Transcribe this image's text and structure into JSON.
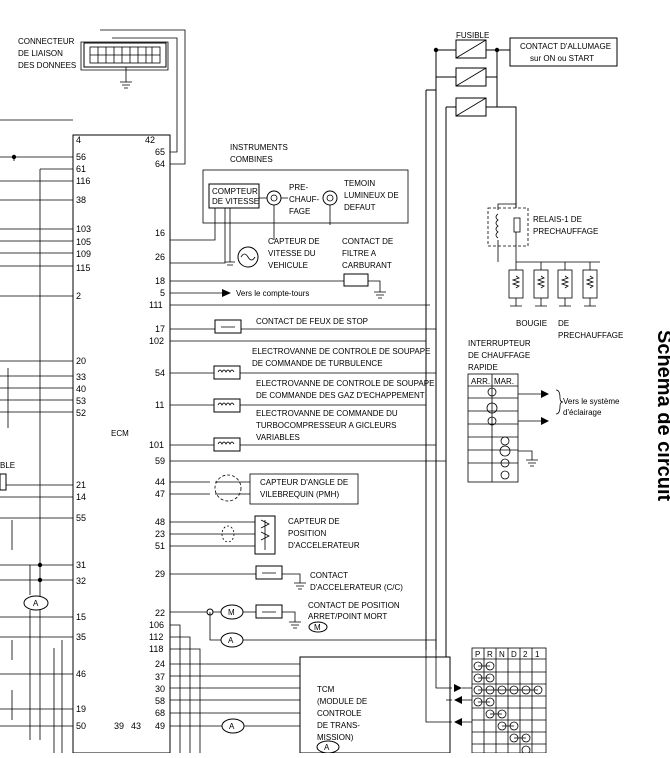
{
  "components": {
    "connecteur_dlc": [
      "CONNECTEUR",
      "DE LIAISON",
      "DES DONNEES"
    ],
    "fusible": "FUSIBLE",
    "contact_allumage": [
      "CONTACT D'ALLUMAGE",
      "sur ON ou START"
    ],
    "ecm": "ECM",
    "instruments": [
      "INSTRUMENTS",
      "COMBINES"
    ],
    "compteur": [
      "COMPTEUR",
      "DE VITESSE"
    ],
    "prechauffage_lamp": [
      "PRE-",
      "CHAUF-",
      "FAGE"
    ],
    "temoin": [
      "TEMOIN",
      "LUMINEUX DE",
      "DEFAUT"
    ],
    "capteur_vitesse": [
      "CAPTEUR DE",
      "VITESSE DU",
      "VEHICULE"
    ],
    "contact_filtre": [
      "CONTACT DE",
      "FILTRE A",
      "CARBURANT"
    ],
    "compte_tours": "Vers le compte-tours",
    "feux_stop": "CONTACT DE FEUX DE STOP",
    "ev_turbulence": [
      "ELECTROVANNE DE CONTROLE DE SOUPAPE",
      "DE COMMANDE DE TURBULENCE"
    ],
    "ev_gaz": [
      "ELECTROVANNE DE CONTROLE DE SOUPAPE",
      "DE COMMANDE DES GAZ D'ECHAPPEMENT"
    ],
    "ev_turbo": [
      "ELECTROVANNE DE COMMANDE DU",
      "TURBOCOMPRESSEUR A GICLEURS",
      "VARIABLES"
    ],
    "capteur_pmh": [
      "CAPTEUR D'ANGLE DE",
      "VILEBREQUIN (PMH)"
    ],
    "capteur_accel": [
      "CAPTEUR DE",
      "POSITION",
      "D'ACCELERATEUR"
    ],
    "contact_accel": [
      "CONTACT",
      "D'ACCELERATEUR (C/C)"
    ],
    "contact_position": [
      "CONTACT DE POSITION",
      "ARRET/POINT MORT"
    ],
    "relais": [
      "RELAIS-1 DE",
      "PRECHAUFFAGE"
    ],
    "bougie": [
      "BOUGIE",
      "DE",
      "PRECHAUFFAGE"
    ],
    "interrupteur": [
      "INTERRUPTEUR",
      "DE CHAUFFAGE",
      "RAPIDE"
    ],
    "arr": "ARR.",
    "mar": "MAR.",
    "eclairage": [
      "Vers le système",
      "d'éclairage"
    ],
    "tcm": [
      "TCM",
      "(MODULE DE",
      "CONTROLE",
      "DE TRANS-",
      "MISSION)"
    ],
    "ble": "BLE",
    "letter_a": "A",
    "letter_m": "M"
  },
  "gear_labels": [
    "P",
    "R",
    "N",
    "D",
    "2",
    "1"
  ],
  "ecm_left_pins": [
    "4",
    "56",
    "61",
    "116",
    "38",
    "103",
    "105",
    "109",
    "115",
    "2",
    "20",
    "33",
    "40",
    "53",
    "52",
    "21",
    "14",
    "55",
    "31",
    "32",
    "15",
    "35",
    "46",
    "19",
    "50"
  ],
  "ecm_right_pins": [
    "42",
    "65",
    "64",
    "16",
    "26",
    "18",
    "5",
    "111",
    "17",
    "102",
    "54",
    "11",
    "101",
    "59",
    "44",
    "47",
    "48",
    "23",
    "51",
    "29",
    "22",
    "106",
    "112",
    "118",
    "24",
    "37",
    "30",
    "58",
    "68",
    "49"
  ],
  "ecm_bottom_pins": [
    "39",
    "43"
  ],
  "side_title": "Schéma de circuit"
}
